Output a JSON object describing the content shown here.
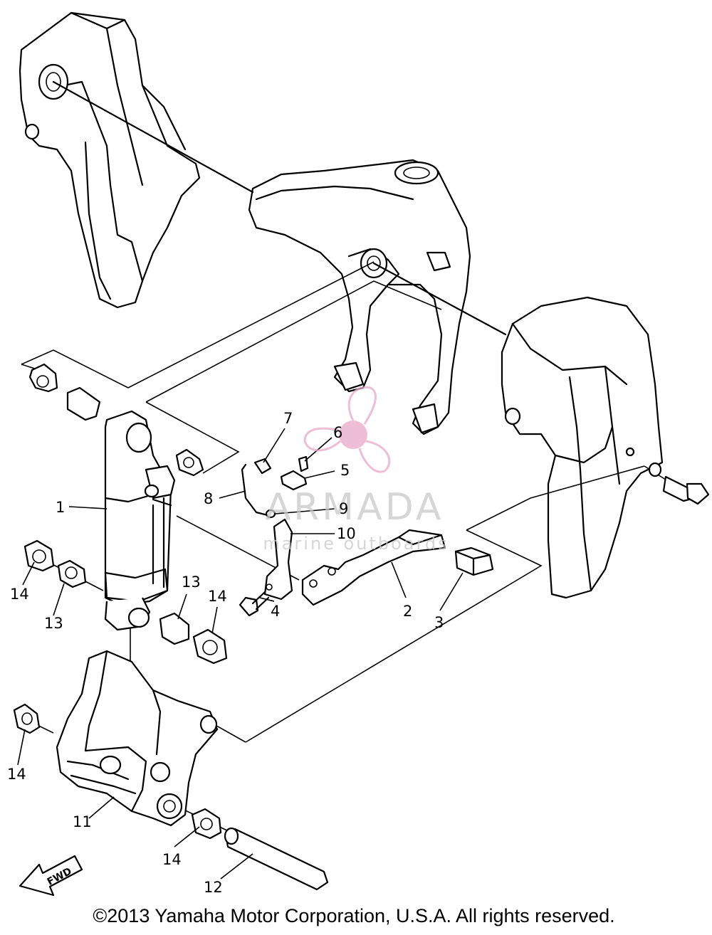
{
  "part_labels": [
    {
      "id": "p1",
      "text": "1"
    },
    {
      "id": "p2",
      "text": "2"
    },
    {
      "id": "p3",
      "text": "3"
    },
    {
      "id": "p4",
      "text": "4"
    },
    {
      "id": "p5",
      "text": "5"
    },
    {
      "id": "p6",
      "text": "6"
    },
    {
      "id": "p7",
      "text": "7"
    },
    {
      "id": "p8",
      "text": "8"
    },
    {
      "id": "p9",
      "text": "9"
    },
    {
      "id": "p10",
      "text": "10"
    },
    {
      "id": "p11",
      "text": "11"
    },
    {
      "id": "p12",
      "text": "12"
    },
    {
      "id": "p13a",
      "text": "13"
    },
    {
      "id": "p13b",
      "text": "13"
    },
    {
      "id": "p14a",
      "text": "14"
    },
    {
      "id": "p14b",
      "text": "14"
    },
    {
      "id": "p14c",
      "text": "14"
    },
    {
      "id": "p14d",
      "text": "14"
    }
  ],
  "watermark": {
    "brand": "ARMADA",
    "tagline": "marine outboards",
    "logo_color": "#e8a9c8"
  },
  "direction_marker": "FWD",
  "copyright": "©2013 Yamaha Motor Corporation, U.S.A. All rights reserved."
}
